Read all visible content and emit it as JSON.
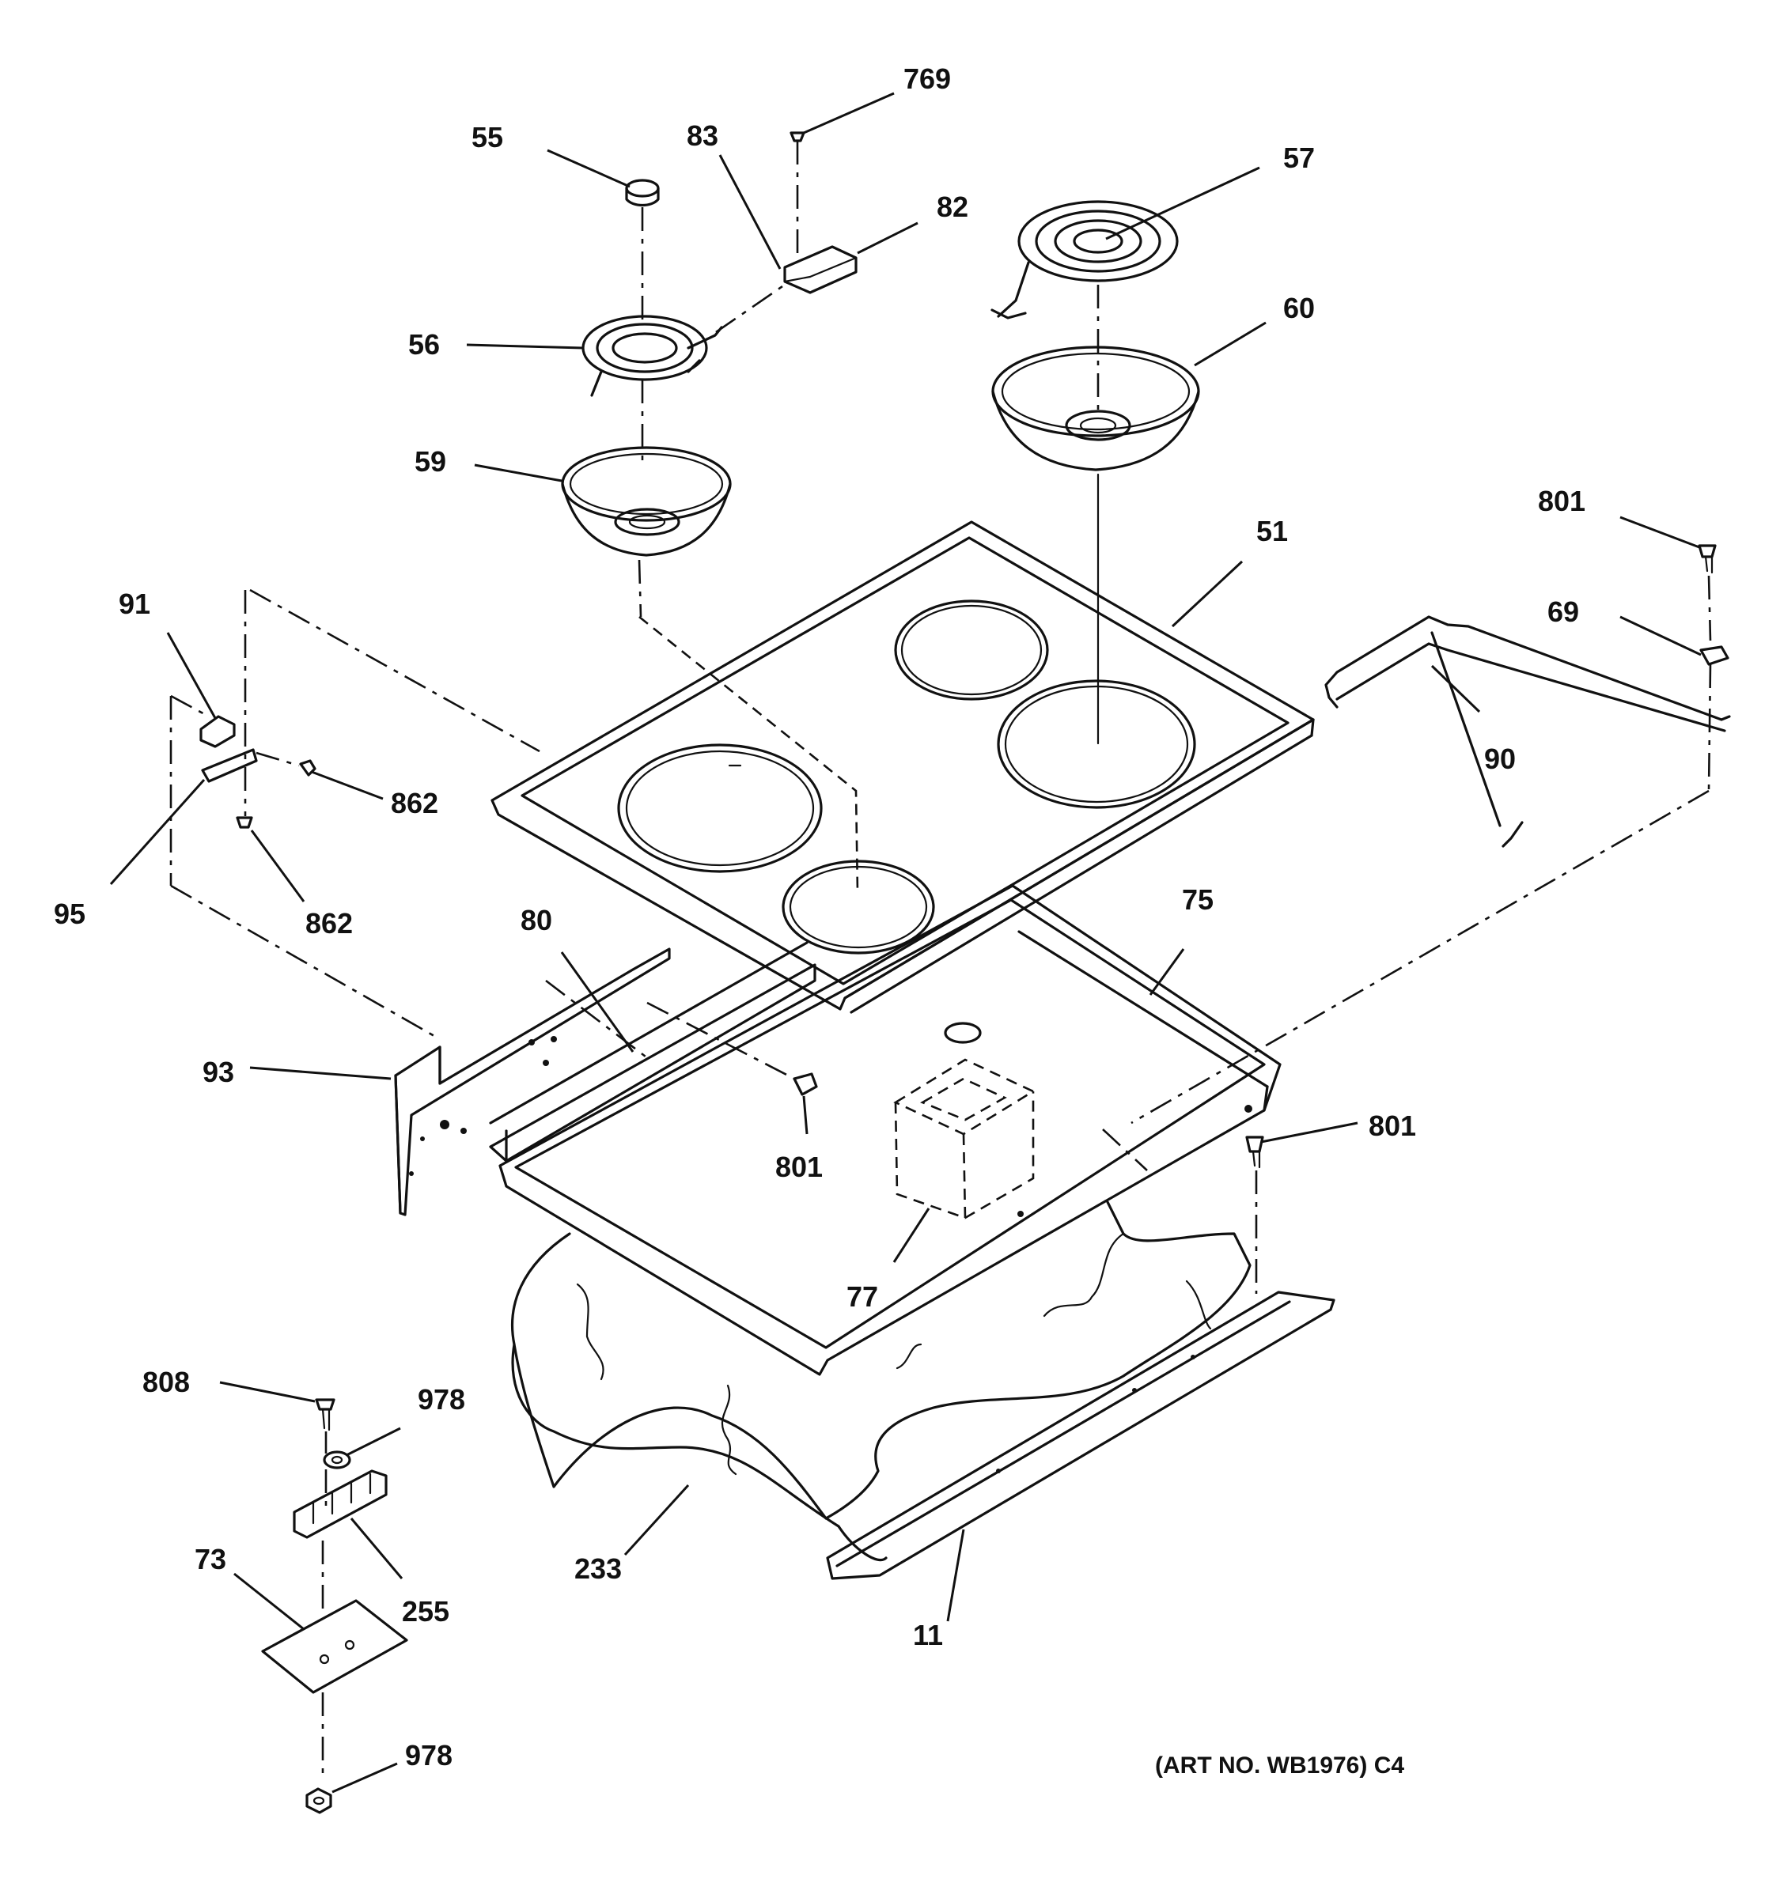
{
  "callouts": [
    {
      "id": "769",
      "text": "769"
    },
    {
      "id": "55",
      "text": "55"
    },
    {
      "id": "83",
      "text": "83"
    },
    {
      "id": "57",
      "text": "57"
    },
    {
      "id": "82",
      "text": "82"
    },
    {
      "id": "56",
      "text": "56"
    },
    {
      "id": "60",
      "text": "60"
    },
    {
      "id": "59",
      "text": "59"
    },
    {
      "id": "801a",
      "text": "801"
    },
    {
      "id": "51",
      "text": "51"
    },
    {
      "id": "91",
      "text": "91"
    },
    {
      "id": "69",
      "text": "69"
    },
    {
      "id": "90",
      "text": "90"
    },
    {
      "id": "862a",
      "text": "862"
    },
    {
      "id": "95",
      "text": "95"
    },
    {
      "id": "862b",
      "text": "862"
    },
    {
      "id": "80",
      "text": "80"
    },
    {
      "id": "75",
      "text": "75"
    },
    {
      "id": "93",
      "text": "93"
    },
    {
      "id": "801b",
      "text": "801"
    },
    {
      "id": "801c",
      "text": "801"
    },
    {
      "id": "77",
      "text": "77"
    },
    {
      "id": "808",
      "text": "808"
    },
    {
      "id": "978a",
      "text": "978"
    },
    {
      "id": "73",
      "text": "73"
    },
    {
      "id": "255",
      "text": "255"
    },
    {
      "id": "233",
      "text": "233"
    },
    {
      "id": "11",
      "text": "11"
    },
    {
      "id": "978b",
      "text": "978"
    }
  ],
  "art_number": "(ART NO. WB1976) C4"
}
